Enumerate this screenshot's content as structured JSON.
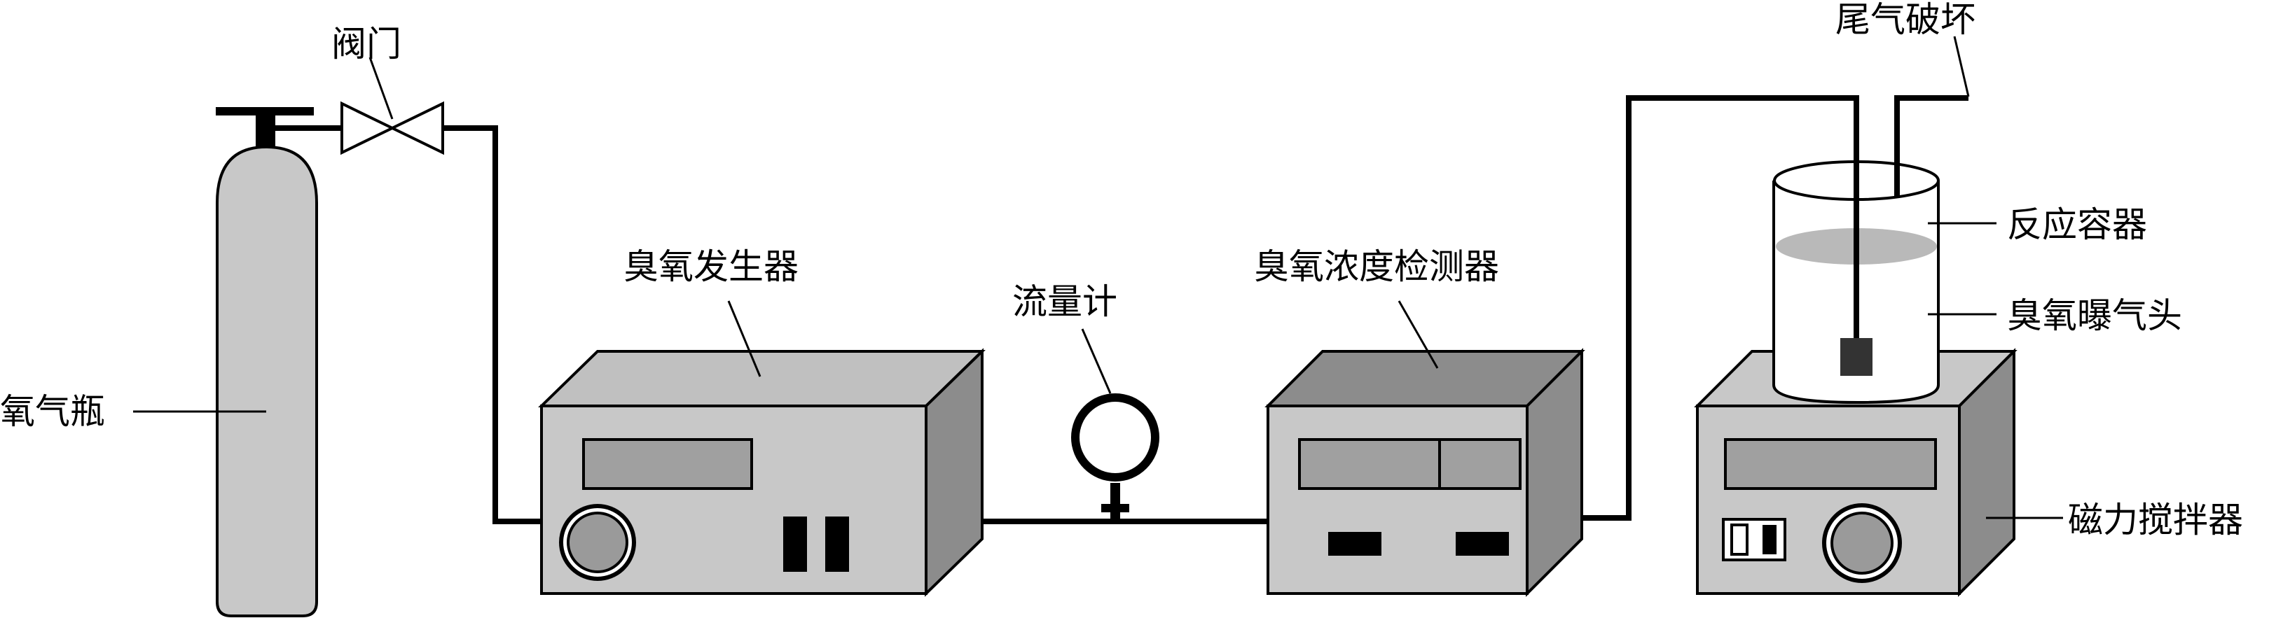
{
  "labels": {
    "oxygen_cylinder": "氧气瓶",
    "valve": "阀门",
    "ozone_generator": "臭氧发生器",
    "flowmeter": "流量计",
    "ozone_detector": "臭氧浓度检测器",
    "tail_gas": "尾气破坏",
    "reaction_vessel": "反应容器",
    "ozone_aerator": "臭氧曝气头",
    "magnetic_stirrer": "磁力搅拌器"
  },
  "colors": {
    "box_front": "#c8c8c8",
    "box_top": "#b4b4b4",
    "box_side": "#8c8c8c",
    "panel": "#a0a0a0",
    "liquid": "#b9b9b9",
    "knob": "#9a9a9a",
    "line": "#000000"
  }
}
